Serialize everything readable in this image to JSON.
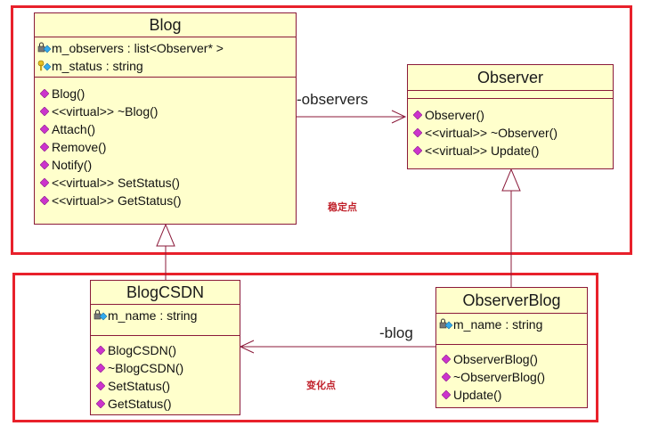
{
  "regions": {
    "stable_note": "稳定点",
    "variable_note": "变化点"
  },
  "classes": {
    "blog": {
      "name": "Blog",
      "attributes": [
        "m_observers : list<Observer* >",
        "m_status : string"
      ],
      "operations": [
        "Blog()",
        "<<virtual>> ~Blog()",
        "Attach()",
        "Remove()",
        "Notify()",
        "<<virtual>> SetStatus()",
        "<<virtual>> GetStatus()"
      ]
    },
    "observer": {
      "name": "Observer",
      "attributes": [],
      "operations": [
        "Observer()",
        "<<virtual>> ~Observer()",
        "<<virtual>> Update()"
      ]
    },
    "blogcsdn": {
      "name": "BlogCSDN",
      "attributes": [
        "m_name : string"
      ],
      "operations": [
        "BlogCSDN()",
        "~BlogCSDN()",
        "SetStatus()",
        "GetStatus()"
      ]
    },
    "observerblog": {
      "name": "ObserverBlog",
      "attributes": [
        "m_name : string"
      ],
      "operations": [
        "ObserverBlog()",
        "~ObserverBlog()",
        "Update()"
      ]
    }
  },
  "associations": {
    "observers_label": "-observers",
    "blog_label": "-blog"
  },
  "colors": {
    "region_border": "#e8212b",
    "class_fill": "#ffffcc",
    "class_border": "#8b1a3a",
    "operation_icon": "#cc33cc",
    "note_text": "#c0202a"
  },
  "icons": {
    "private_attribute": "lock-diamond-icon",
    "protected_attribute": "key-diamond-icon",
    "public_operation": "magenta-diamond-icon"
  }
}
